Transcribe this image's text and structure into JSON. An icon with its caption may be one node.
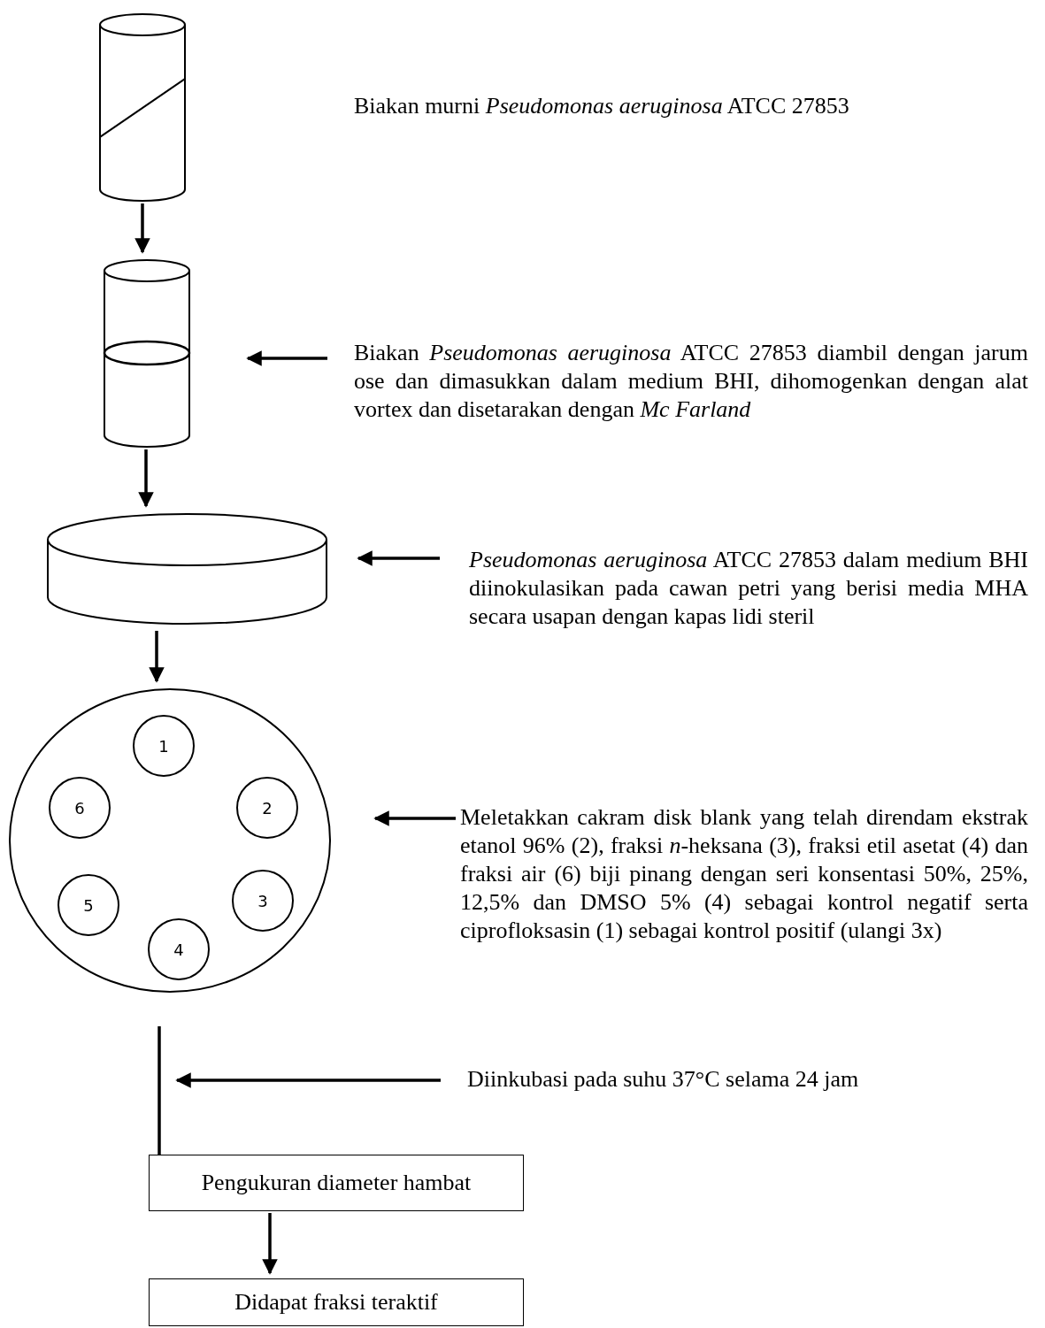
{
  "diagram": {
    "nodes": [
      {
        "text": [],
        "shape": "cylinder"
      },
      {
        "text": [
          "Biakan *Pseudomonas aeruginosa* ATCC 27853 diambil dengan jarum ose dan dimasukkan dalam medium BHI, dihomogenkan dengan alat vortex dan disetarakan dengan *Mc Farland*"
        ]
      },
      {
        "text": [],
        "shape": "cylinder"
      },
      {
        "text": [
          "*Pseudomonas aeruginosa* ATCC 27853 dalam medium BHI diinokulasikan pada cawan petri yang berisi media MHA secara usapan dengan kapas lidi steril"
        ]
      },
      {
        "text": [],
        "shape": "cylinder"
      },
      {
        "text": [
          "Meletakkan cakram disk blank yang telah direndam ekstrak etanol 96% (2), fraksi *n*-heksana (3), fraksi etil asetat (4) dan fraksi air (6) biji pinang dengan seri konsentasi 50%, 25%, 12,5% dan DMSO 5% (4) sebagai kontrol negatif serta ciprofloksasin (1) sebagai kontrol positif (ulangi 3x)"
        ]
      },
      {
        "text": [],
        "shape": "circle"
      },
      {
        "text": [
          "1"
        ],
        "in": 6
      },
      {
        "text": [
          "6"
        ],
        "in": 6
      },
      {
        "text": [
          "2"
        ],
        "in": 6
      },
      {
        "text": [
          "5"
        ],
        "in": 6
      },
      {
        "text": [
          "3"
        ],
        "in": 6
      },
      {
        "text": [
          "4"
        ],
        "in": 6
      },
      {
        "text": [
          "Diinkubasi pada suhu 37°C selama 24 jam"
        ]
      },
      {
        "text": [
          "Pengukuran diameter hambat"
        ]
      },
      {
        "text": [
          "Didapat fraksi teraktif"
        ]
      }
    ],
    "edges": [
      {
        "from": 0,
        "to": 2,
        "arrow": "to"
      },
      {
        "from": 1,
        "to": 2,
        "arrow": "to"
      },
      {
        "from": 2,
        "to": 4,
        "arrow": "to"
      },
      {
        "from": 3,
        "to": 4,
        "arrow": "to"
      },
      {
        "from": 4,
        "to": 6,
        "arrow": "to"
      },
      {
        "from": 5,
        "to": 6,
        "arrow": "to"
      },
      {
        "from": 6,
        "to": 14,
        "arrow": "none"
      },
      {
        "from": 13,
        "to": null,
        "arrow": "to"
      },
      {
        "from": 14,
        "to": 15,
        "arrow": "to"
      }
    ],
    "labels": [
      "Biakan murni *Pseudomonas aeruginosa* ATCC 27853"
    ]
  }
}
